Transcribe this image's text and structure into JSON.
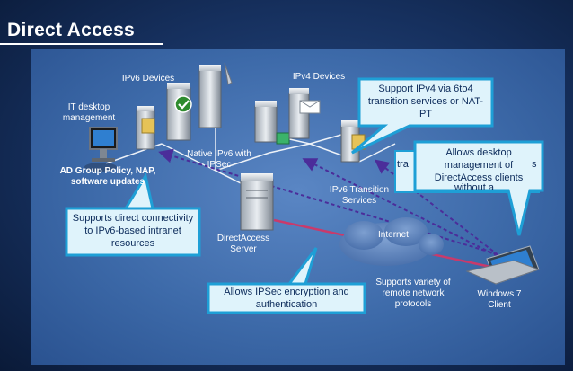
{
  "slide": {
    "title": "Direct Access"
  },
  "labels": {
    "ipv6_devices": "IPv6 Devices",
    "ipv4_devices": "IPv4 Devices",
    "it_desktop": "IT desktop management",
    "ad_group_policy": "AD Group Policy, NAP, software updates",
    "native_ipv6": "Native IPv6 with IPSec",
    "ipv6_transition": "IPv6 Transition Services",
    "directaccess_server": "DirectAccess Server",
    "internet": "Internet",
    "supports_variety": "Supports variety of remote network protocols",
    "windows7_client": "Windows 7 Client",
    "hidden_fragment_1": "tra",
    "hidden_fragment_2": "s",
    "hidden_fragment_3": "without a"
  },
  "callouts": {
    "support_ipv4": "Support IPv4 via 6to4 transition services or NAT-PT",
    "allows_desktop": "Allows desktop management of DirectAccess clients",
    "supports_direct": "Supports direct connectivity to IPv6-based intranet resources",
    "allows_ipsec": "Allows IPSec encryption and authentication"
  },
  "colors": {
    "callout_fill": "#dff3fb",
    "callout_border": "#1e9fd6",
    "tunnel": "#c93a6b",
    "dashed_arrow": "#4b2d9a"
  }
}
